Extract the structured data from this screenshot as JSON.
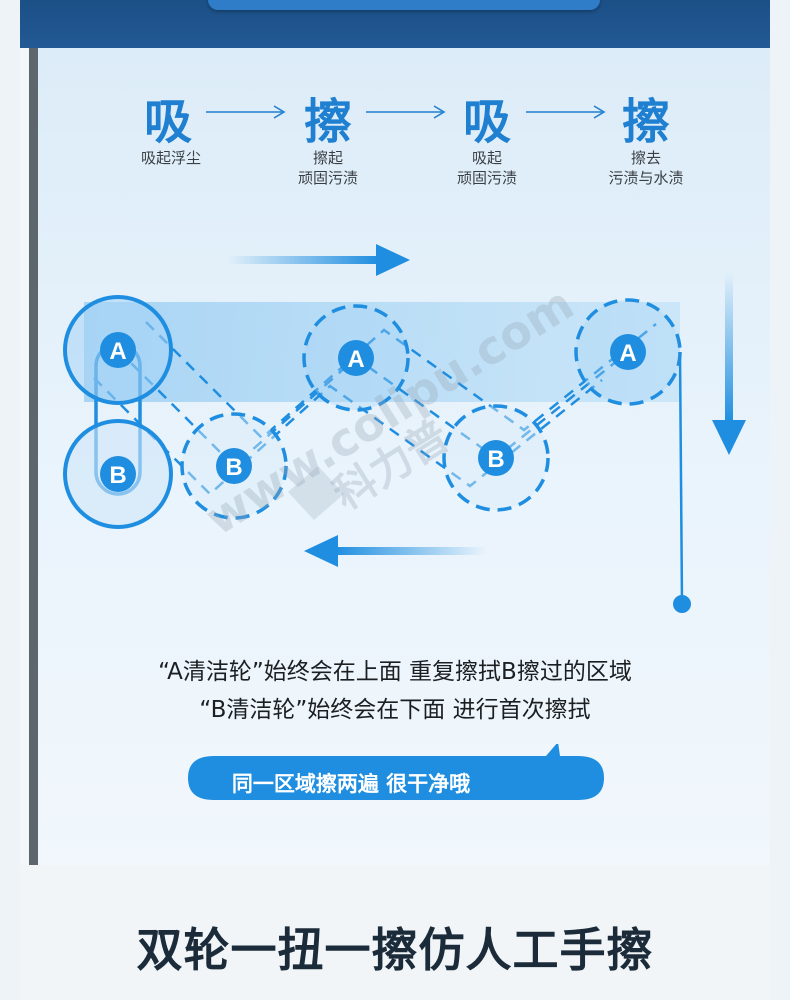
{
  "steps": [
    {
      "big": "吸",
      "small": "吸起浮尘"
    },
    {
      "big": "擦",
      "small": "擦起\n顽固污渍"
    },
    {
      "big": "吸",
      "small": "吸起\n顽固污渍"
    },
    {
      "big": "擦",
      "small": "擦去\n污渍与水渍"
    }
  ],
  "wheels": {
    "a_label": "A",
    "b_label": "B"
  },
  "captions": {
    "line1": "“A清洁轮”始终会在上面 重复擦拭B擦过的区域",
    "line2": "“B清洁轮”始终会在下面 进行首次擦拭"
  },
  "badge": {
    "text": "同一区域擦两遍 很干净哦"
  },
  "headline": "双轮一扭一擦仿人工手擦",
  "watermark": {
    "cn": "科力普",
    "url": "www.colipu.com"
  },
  "colors": {
    "accent": "#1f8ee0",
    "dark_blue": "#1b4f86",
    "band": "#b8dcf6"
  }
}
